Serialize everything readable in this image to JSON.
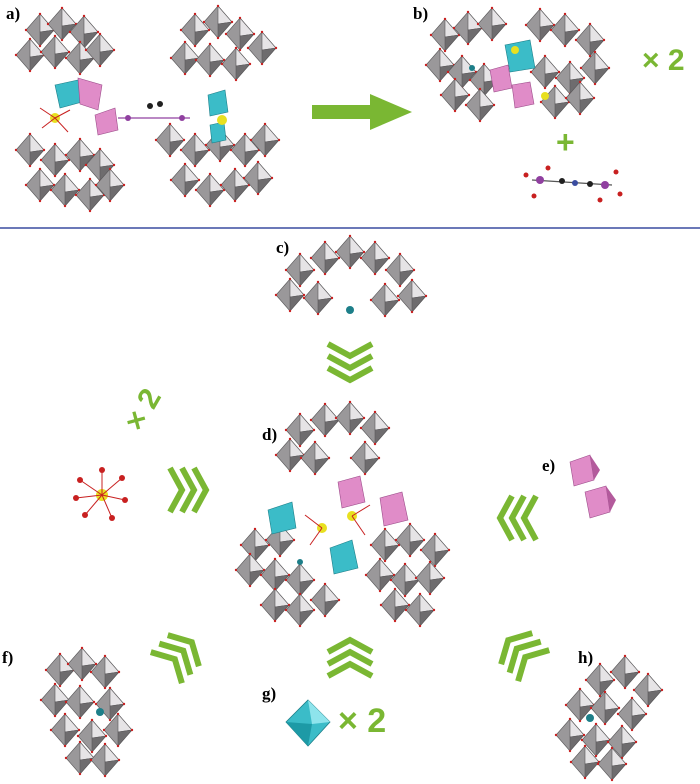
{
  "panels": {
    "a": "a)",
    "b": "b)",
    "c": "c)",
    "d": "d)",
    "e": "e)",
    "f": "f)",
    "g": "g)",
    "h": "h)"
  },
  "multipliers": {
    "b": "× 2",
    "g": "× 2",
    "d_left": "× 2"
  },
  "plus": "+",
  "colors": {
    "accent_green": "#7ab733",
    "divider_blue": "#3a4ca0",
    "polyhedron_gray": "#8c8a8c",
    "polyhedron_light": "#e4e2e4",
    "teal": "#3bbcc8",
    "pink": "#e08cc8",
    "yellow_atom": "#e8e020",
    "red_atom": "#c82020",
    "purple_atom": "#9040a0"
  },
  "icons": {
    "reaction_arrow": "arrow-right-icon",
    "chevron_stack": "triple-chevron-icon"
  }
}
